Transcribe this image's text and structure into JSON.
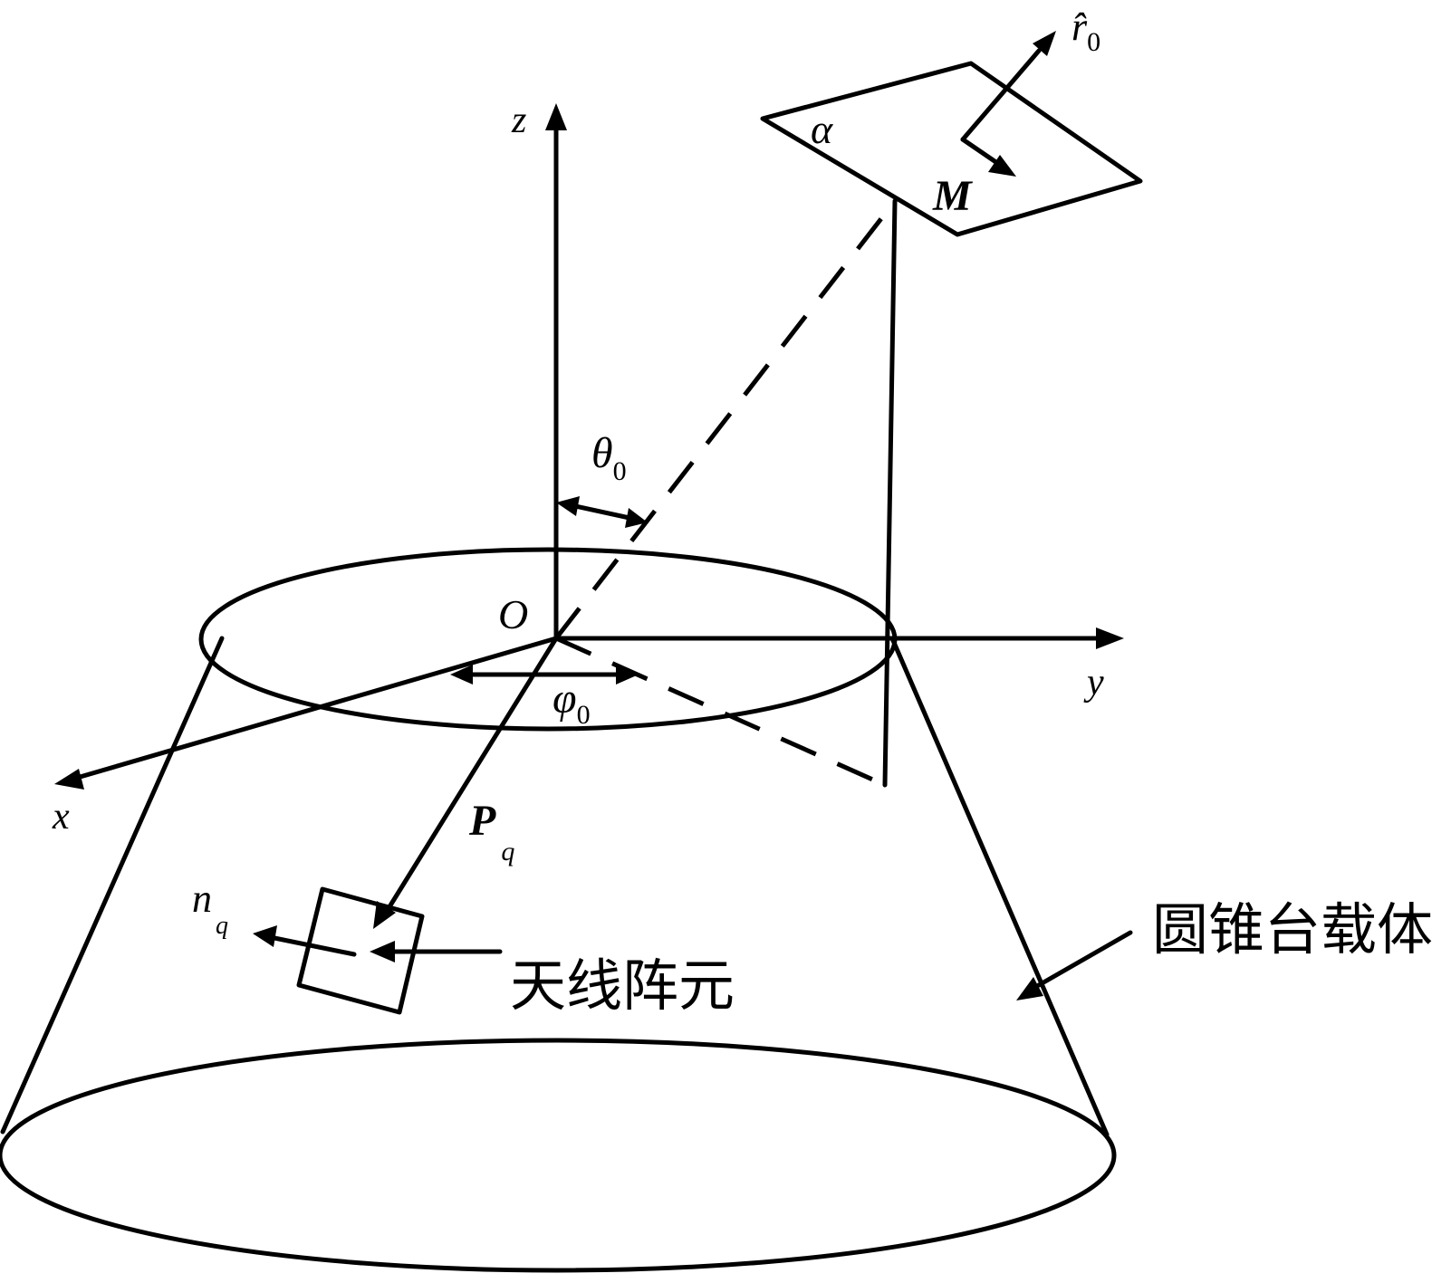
{
  "axes": {
    "x": "x",
    "y": "y",
    "z": "z",
    "origin": "O"
  },
  "angles": {
    "theta": "θ",
    "theta_sub": "0",
    "phi": "φ",
    "phi_sub": "0"
  },
  "plane": {
    "label": "α",
    "point": "M",
    "normal_symbol": "r̂",
    "normal_sub": "0"
  },
  "vectors": {
    "position": "P",
    "position_sub": "q",
    "normal": "n",
    "normal_sub": "q"
  },
  "annotations": {
    "element": "天线阵元",
    "carrier": "圆锥台载体"
  }
}
